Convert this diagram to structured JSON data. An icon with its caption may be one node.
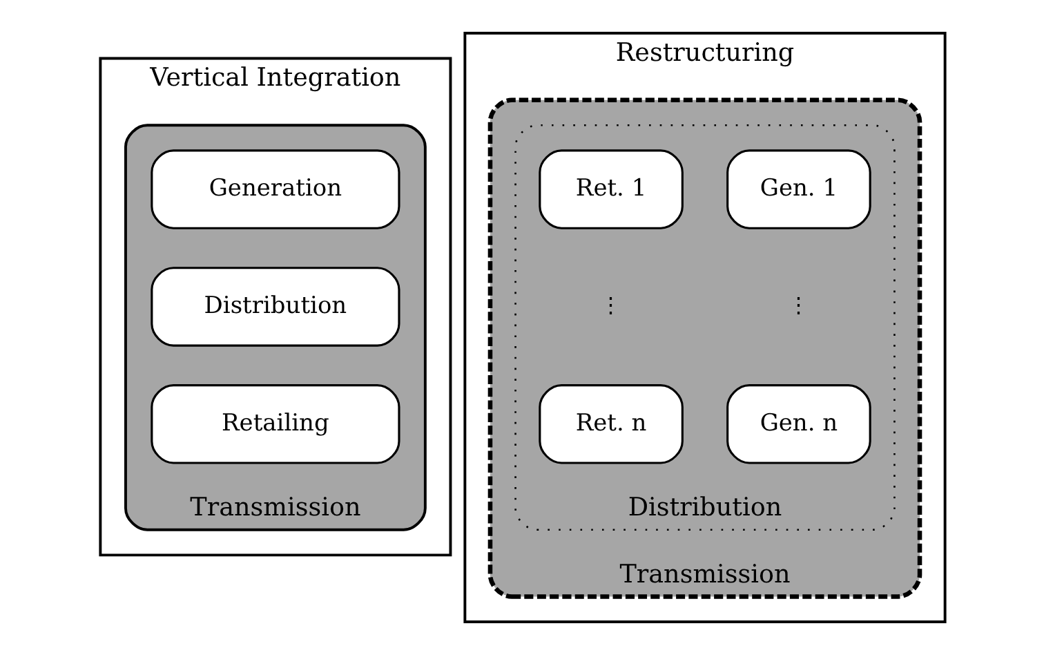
{
  "diagram": {
    "nodes": [
      {
        "text": [
          "Vertical Integration"
        ]
      },
      {
        "text": [
          "Transmission"
        ],
        "in": 0
      },
      {
        "text": [
          "Generation"
        ],
        "in": 1
      },
      {
        "text": [
          "Distribution"
        ],
        "in": 1
      },
      {
        "text": [
          "Retailing"
        ],
        "in": 1
      },
      {
        "text": [
          "Restructuring"
        ]
      },
      {
        "text": [
          "Transmission"
        ],
        "in": 5
      },
      {
        "text": [
          "Distribution"
        ],
        "in": 6
      },
      {
        "text": [
          "Gen. 1"
        ],
        "in": 7
      },
      {
        "text": [
          "Ret. 1"
        ],
        "in": 7
      },
      {
        "text": [
          "Gen. n"
        ],
        "in": 7
      },
      {
        "text": [
          "Ret. n"
        ],
        "in": 7
      }
    ],
    "edges": [],
    "labels": [
      "⋮",
      "⋮"
    ]
  }
}
